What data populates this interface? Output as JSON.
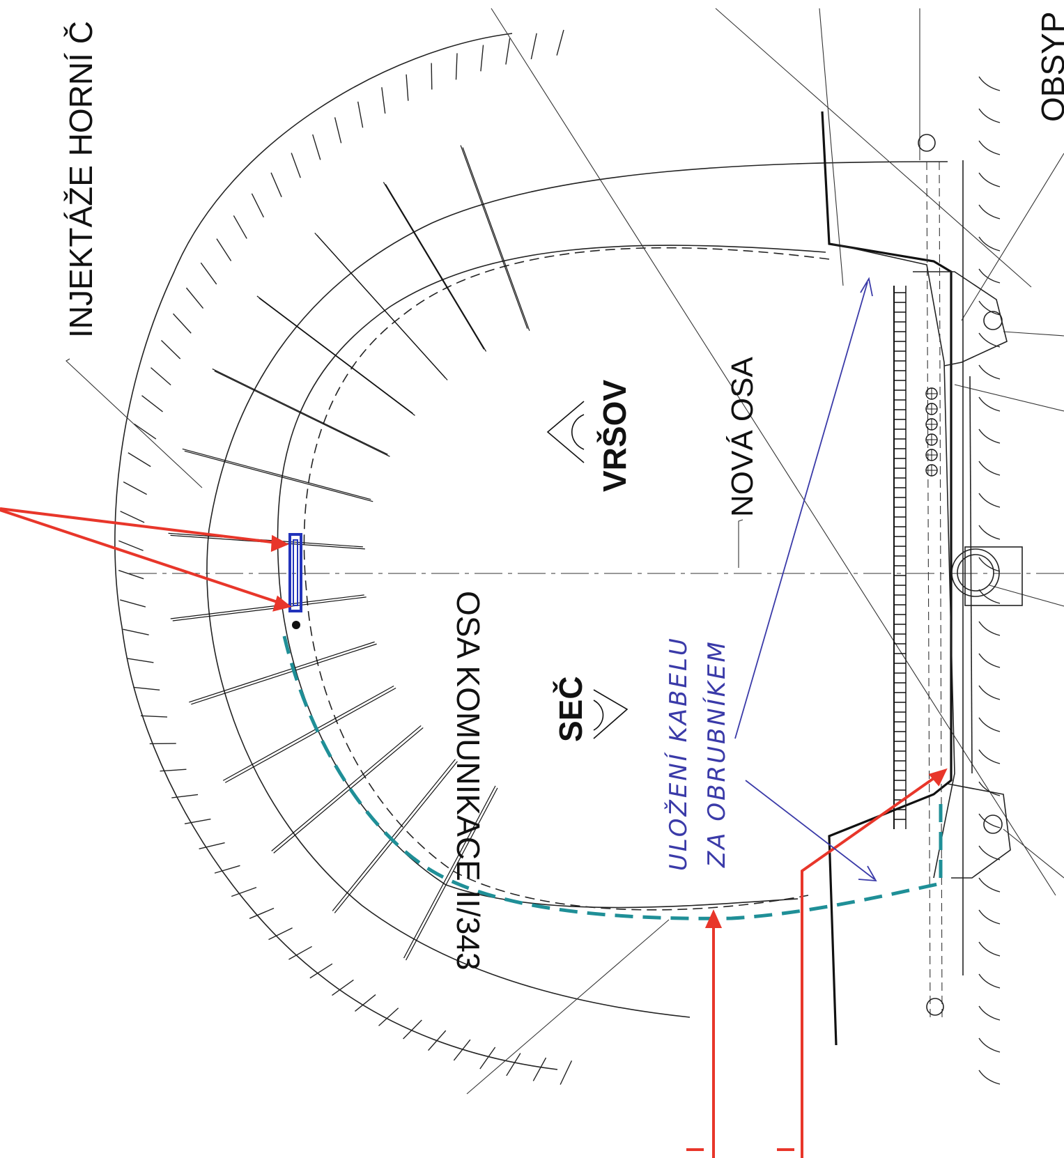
{
  "labels": {
    "injection_upper": "INJEKTÁŽE HORNÍ Č",
    "cut_right_top": "OBSYP",
    "direction_vrsov": "VRŠOV",
    "direction_sec": "SEČ",
    "new_axis": "NOVÁ OSA",
    "road_axis": "OSA KOMUNIKACE II/343",
    "handwritten_note_line1": "ULOŽENÍ KABELU",
    "handwritten_note_line2": "ZA OBRUBNÍKEM"
  },
  "colors": {
    "annotation_red": "#e8362a",
    "annotation_blue": "#2233bb",
    "cable_route_teal": "#1f8f97",
    "pen_blue": "#3a3aa8",
    "drawing_black": "#1a1a1a"
  },
  "icons": {
    "vrsov_arrow": "arch-arrow-icon",
    "sec_arrow": "arch-arrow-icon"
  }
}
